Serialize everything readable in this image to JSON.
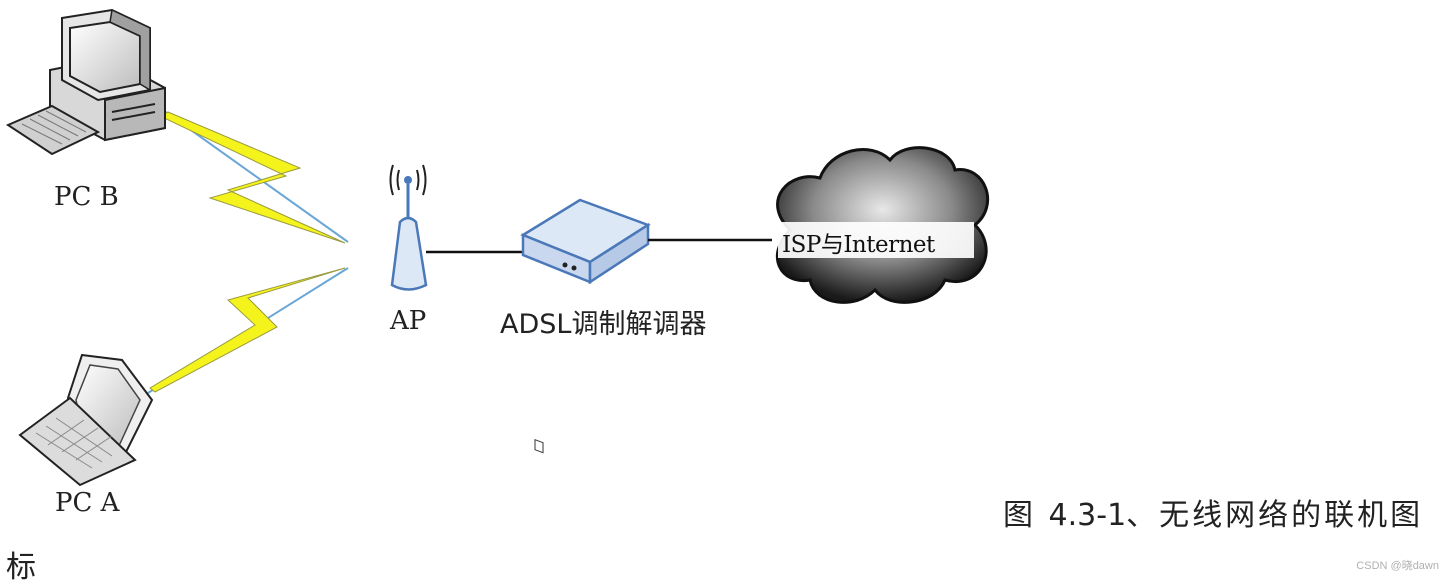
{
  "nodes": {
    "pc_b": "PC B",
    "pc_a": "PC A",
    "ap": "AP",
    "modem": "ADSL调制解调器",
    "isp": "ISP与Internet"
  },
  "caption": {
    "prefix": "图 ",
    "number": "4.3-1",
    "text": "、无线网络的联机图",
    "wrap": "标"
  },
  "watermark": "CSDN @晓dawn",
  "colors": {
    "lightning": "#f4f41c",
    "wireless_line": "#6aa6d6",
    "modem_face": "#dde8f6",
    "modem_outline": "#4a78b8"
  }
}
